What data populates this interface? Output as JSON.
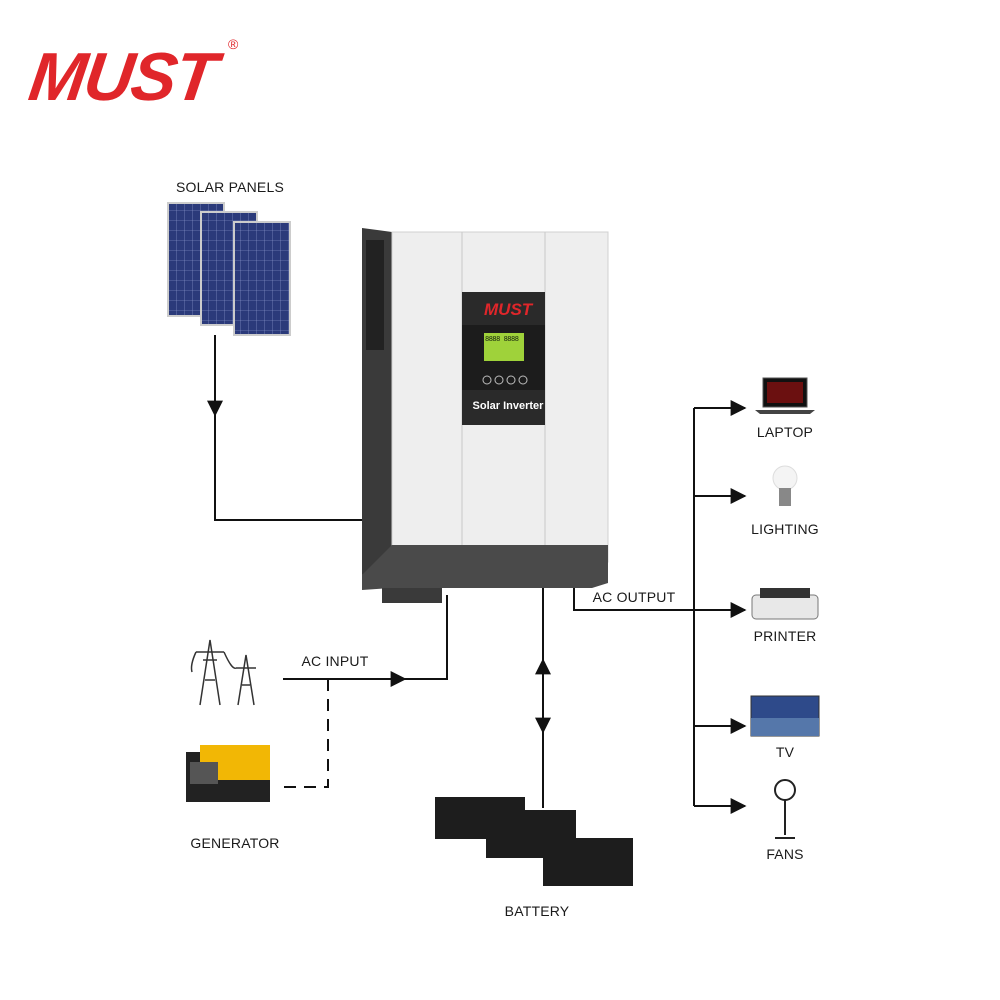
{
  "brand": {
    "name": "MUST",
    "registered": "®",
    "color": "#e0262a"
  },
  "inverter": {
    "brand": "MUST",
    "label": "Solar Inverter",
    "lcd_text": "8888 8888"
  },
  "sources": {
    "solar": "SOLAR PANELS",
    "ac_input": "AC INPUT",
    "generator": "GENERATOR",
    "battery": "BATTERY"
  },
  "ac_output": "AC OUTPUT",
  "loads": [
    {
      "label": "LAPTOP",
      "icon": "laptop-icon"
    },
    {
      "label": "LIGHTING",
      "icon": "bulb-icon"
    },
    {
      "label": "PRINTER",
      "icon": "printer-icon"
    },
    {
      "label": "TV",
      "icon": "tv-icon"
    },
    {
      "label": "FANS",
      "icon": "fan-icon"
    }
  ]
}
